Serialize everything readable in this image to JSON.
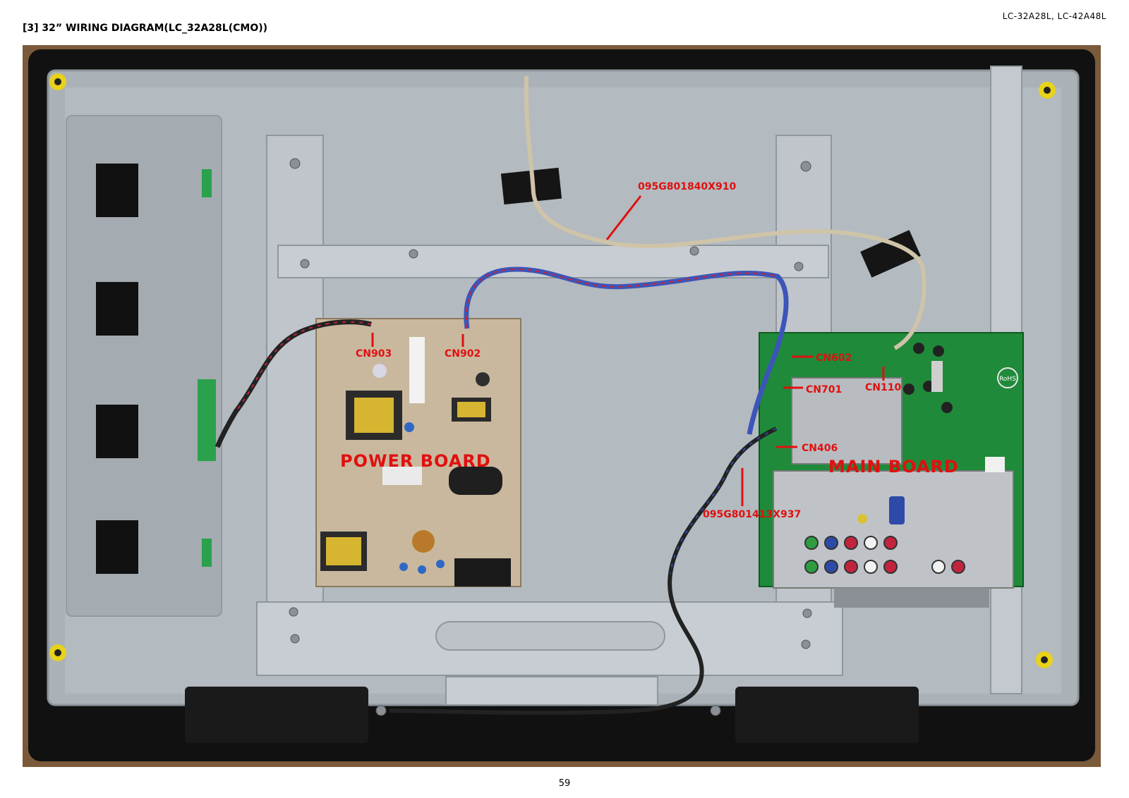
{
  "header": {
    "model": "LC-32A28L, LC-42A48L",
    "title": "[3] 32” WIRING DIAGRAM(LC_32A28L(CMO))"
  },
  "labels": {
    "harness_top": "095G801840X910",
    "harness_bottom": "095G801413X937",
    "cn903": "CN903",
    "cn902": "CN902",
    "cn602": "CN602",
    "cn701": "CN701",
    "cn110": "CN110",
    "cn406": "CN406",
    "power_board": "POWER BOARD",
    "main_board": "MAIN BOARD",
    "rohs": "RoHS"
  },
  "colors": {
    "annotation": "#e01010",
    "chassis": "#a9b0b6",
    "power_pcb": "#c9b89e",
    "main_pcb": "#1f8a3a",
    "bezel": "#111111"
  },
  "footer": {
    "page_number": "59"
  }
}
